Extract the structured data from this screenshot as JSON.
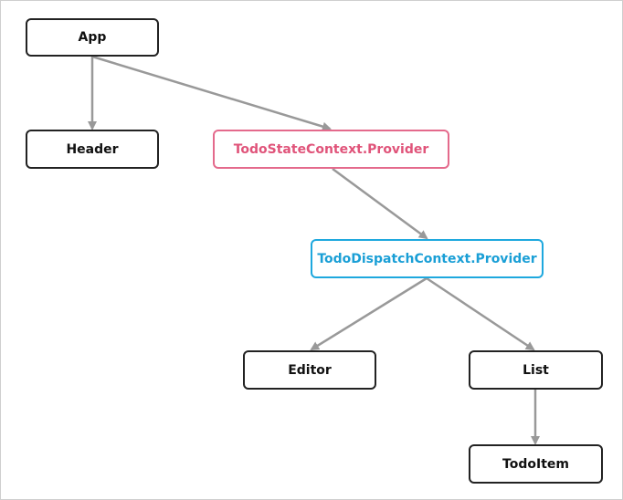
{
  "diagram": {
    "nodes": {
      "app": "App",
      "header": "Header",
      "state_provider": "TodoStateContext.Provider",
      "dispatch_provider": "TodoDispatchContext.Provider",
      "editor": "Editor",
      "list": "List",
      "todoitem": "TodoItem"
    },
    "edges": [
      {
        "from": "app",
        "to": "header"
      },
      {
        "from": "app",
        "to": "state_provider"
      },
      {
        "from": "state_provider",
        "to": "dispatch_provider"
      },
      {
        "from": "dispatch_provider",
        "to": "editor"
      },
      {
        "from": "dispatch_provider",
        "to": "list"
      },
      {
        "from": "list",
        "to": "todoitem"
      }
    ],
    "colors": {
      "default_border": "#222222",
      "state_provider": "#e46a8c",
      "dispatch_provider": "#1ea8de",
      "edge": "#999999"
    }
  }
}
